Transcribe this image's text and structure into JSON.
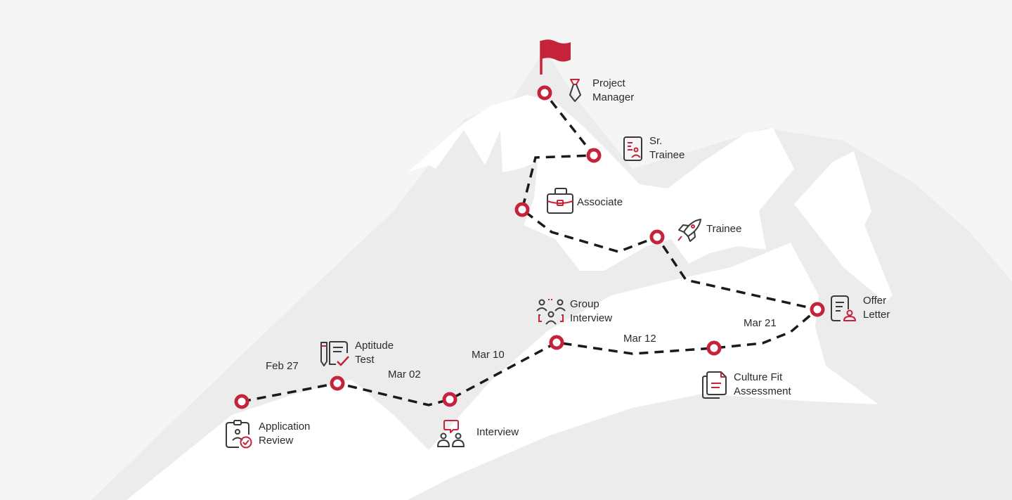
{
  "colors": {
    "background": "#f5f5f5",
    "mountain_light": "#ececec",
    "snow": "#ffffff",
    "accent": "#c4233a",
    "path": "#1a1a1a",
    "icon": "#3a3a3a"
  },
  "milestones": [
    {
      "id": "application-review",
      "label": "Application\nReview",
      "icon": "clipboard-check-icon"
    },
    {
      "id": "aptitude-test",
      "label": "Aptitude\nTest",
      "icon": "pencil-checklist-icon"
    },
    {
      "id": "interview",
      "label": "Interview",
      "icon": "people-chat-icon"
    },
    {
      "id": "group-interview",
      "label": "Group\nInterview",
      "icon": "group-people-icon"
    },
    {
      "id": "culture-fit-assessment",
      "label": "Culture Fit\nAssessment",
      "icon": "stacked-documents-icon"
    },
    {
      "id": "offer-letter",
      "label": "Offer\nLetter",
      "icon": "offer-letter-icon"
    },
    {
      "id": "trainee",
      "label": "Trainee",
      "icon": "rocket-icon"
    },
    {
      "id": "associate",
      "label": "Associate",
      "icon": "briefcase-icon"
    },
    {
      "id": "sr-trainee",
      "label": "Sr.\nTrainee",
      "icon": "id-card-icon"
    },
    {
      "id": "project-manager",
      "label": "Project\nManager",
      "icon": "necktie-icon"
    }
  ],
  "dates": [
    "Feb 27",
    "Mar 02",
    "Mar 10",
    "Mar 12",
    "Mar 21"
  ],
  "summit": {
    "icon": "flag-icon"
  }
}
